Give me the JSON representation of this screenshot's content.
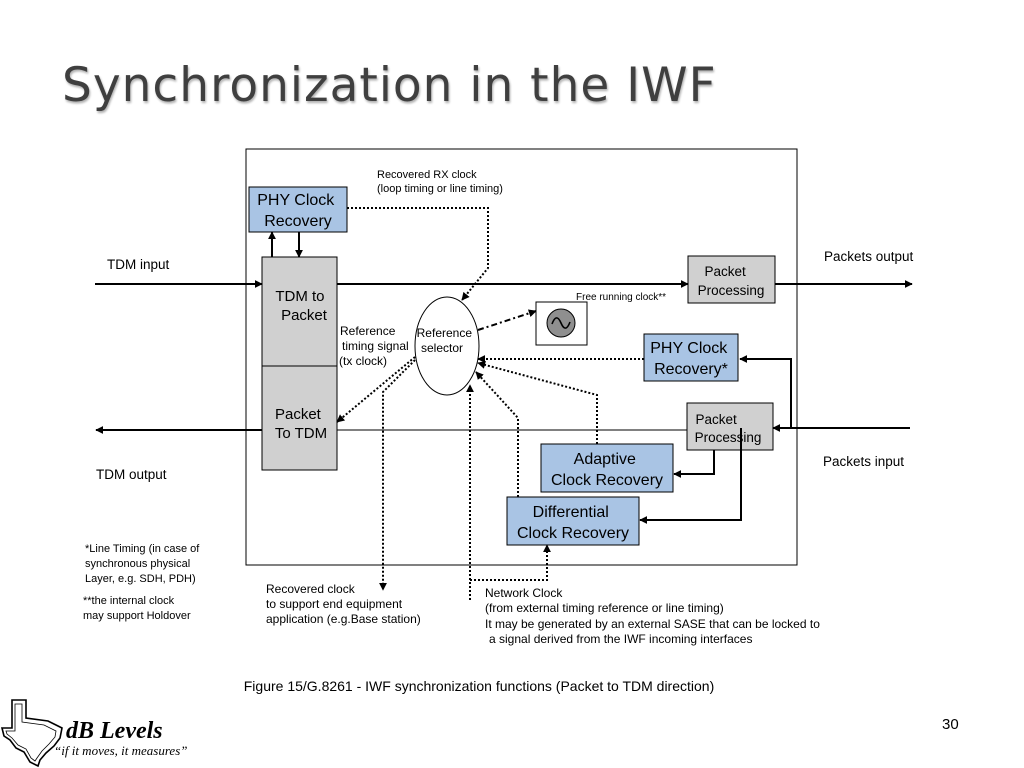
{
  "title": "Synchronization in the IWF",
  "page_number": "30",
  "caption": "Figure 15/G.8261 - IWF synchronization functions (Packet to TDM direction)",
  "logo": {
    "name": "dB Levels",
    "tagline": "“if it moves, it measures”"
  },
  "diagram": {
    "blocks": {
      "phy_clock_recovery_top": [
        "PHY Clock",
        "Recovery"
      ],
      "tdm_to_packet": [
        "TDM to",
        "Packet"
      ],
      "packet_to_tdm": [
        "Packet",
        "To TDM"
      ],
      "packet_processing_top": [
        "Packet",
        "Processing"
      ],
      "packet_processing_bottom": [
        "Packet",
        "Processing"
      ],
      "phy_clock_recovery_right": [
        "PHY Clock",
        "Recovery*"
      ],
      "adaptive_clock_recovery": [
        "Adaptive",
        "Clock Recovery"
      ],
      "differential_clock_recovery": [
        "Differential",
        "Clock Recovery"
      ],
      "reference_selector": [
        "Reference",
        "selector"
      ]
    },
    "labels": {
      "tdm_input": "TDM input",
      "tdm_output": "TDM output",
      "packets_output": "Packets output",
      "packets_input": "Packets input",
      "recovered_rx_clock": [
        "Recovered RX clock",
        "(loop timing or line timing)"
      ],
      "free_running_clock": "Free running clock**",
      "reference_timing_signal": [
        "Reference",
        "timing signal",
        "(tx clock)"
      ],
      "recovered_clock": [
        "Recovered clock",
        "to support end equipment",
        "application (e.g.Base station)"
      ],
      "network_clock": [
        "Network Clock",
        "(from external timing reference or line timing)",
        "It may be generated by an external SASE that can be locked to",
        "a signal derived from the IWF incoming interfaces"
      ]
    },
    "notes": {
      "line_timing": [
        "*Line Timing (in case of",
        "synchronous physical",
        "Layer, e.g. SDH, PDH)"
      ],
      "internal_clock": [
        "**the internal clock",
        "may support Holdover"
      ]
    },
    "colors": {
      "blue_block": "#a9c4e4",
      "gray_block": "#d0d0d0",
      "line": "#000000"
    }
  }
}
